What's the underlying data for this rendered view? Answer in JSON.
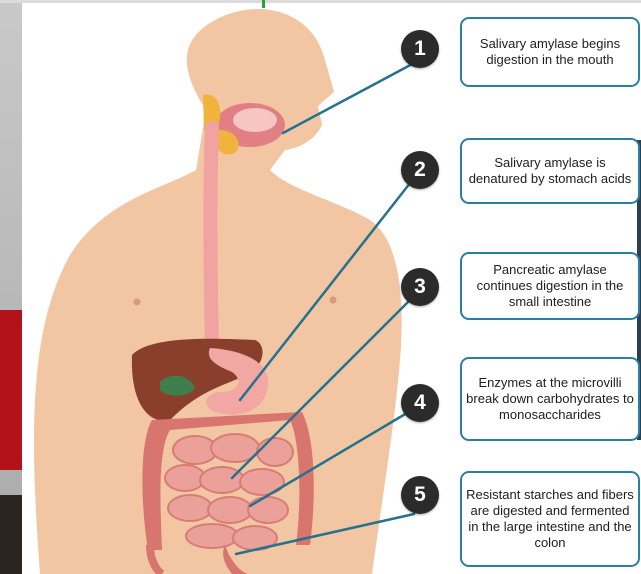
{
  "colors": {
    "skin": "#f2c6a2",
    "leader_line": "#24728f",
    "badge": "#2b2b2b",
    "box_border": "#2b7ea3",
    "esophagus": "#f0a3a0",
    "liver": "#8a3e2c",
    "stomach": "#f2a7a4",
    "intestine": "#e88e86"
  },
  "steps": [
    {
      "number": "1",
      "text": "Salivary amylase begins digestion in the mouth"
    },
    {
      "number": "2",
      "text": "Salivary amylase is denatured by stomach acids"
    },
    {
      "number": "3",
      "text": "Pancreatic amylase continues digestion in the small intestine"
    },
    {
      "number": "4",
      "text": "Enzymes at the microvilli break down carbohydrates to monosaccharides"
    },
    {
      "number": "5",
      "text": "Resistant starches and fibers are digested and fermented in the large intestine and the colon"
    }
  ]
}
